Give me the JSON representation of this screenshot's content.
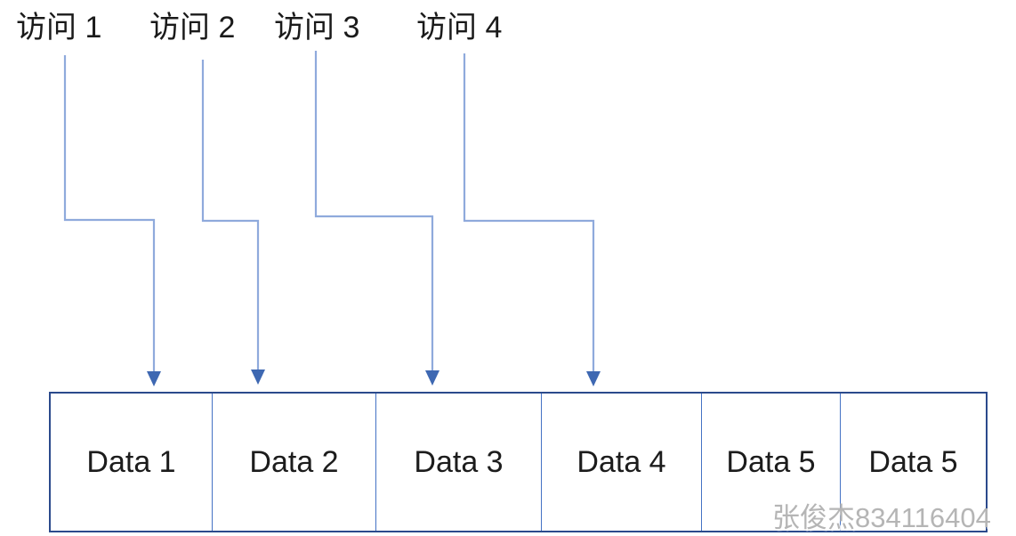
{
  "diagram": {
    "access_labels": [
      {
        "label": "访问 1"
      },
      {
        "label": "访问 2"
      },
      {
        "label": "访问 3"
      },
      {
        "label": "访问 4"
      }
    ],
    "cells": [
      {
        "label": "Data 1"
      },
      {
        "label": "Data 2"
      },
      {
        "label": "Data 3"
      },
      {
        "label": "Data 4"
      },
      {
        "label": "Data 5"
      },
      {
        "label": "Data 5"
      }
    ],
    "connections": [
      {
        "from": "访问 1",
        "to": "Data 1"
      },
      {
        "from": "访问 2",
        "to": "Data 2"
      },
      {
        "from": "访问 3",
        "to": "Data 3"
      },
      {
        "from": "访问 4",
        "to": "Data 4"
      }
    ],
    "watermark": "张俊杰834116404",
    "colors": {
      "connector_line": "#8FAADC",
      "arrowhead": "#3E68B2",
      "box_border": "#2B4A8C",
      "cell_divider": "#4472C4",
      "label_text": "#1A1A1A",
      "watermark_text": "#B5B5B5"
    }
  }
}
